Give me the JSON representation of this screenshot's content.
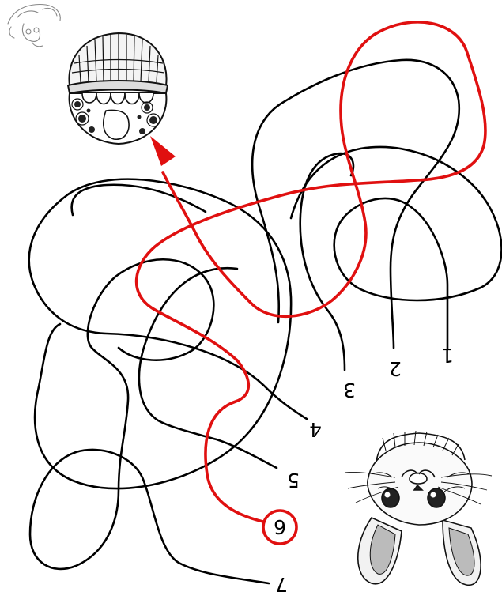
{
  "puzzle": {
    "path_labels": [
      "1",
      "2",
      "3",
      "4",
      "5",
      "6",
      "7"
    ],
    "solution_label": "6",
    "colors": {
      "line": "#000000",
      "solution": "#e01010",
      "background": "#ffffff"
    }
  },
  "illustrations": {
    "goal": "food-basket-icon",
    "start": "bunny-illustration",
    "corner": "bunny-sketch-icon"
  }
}
